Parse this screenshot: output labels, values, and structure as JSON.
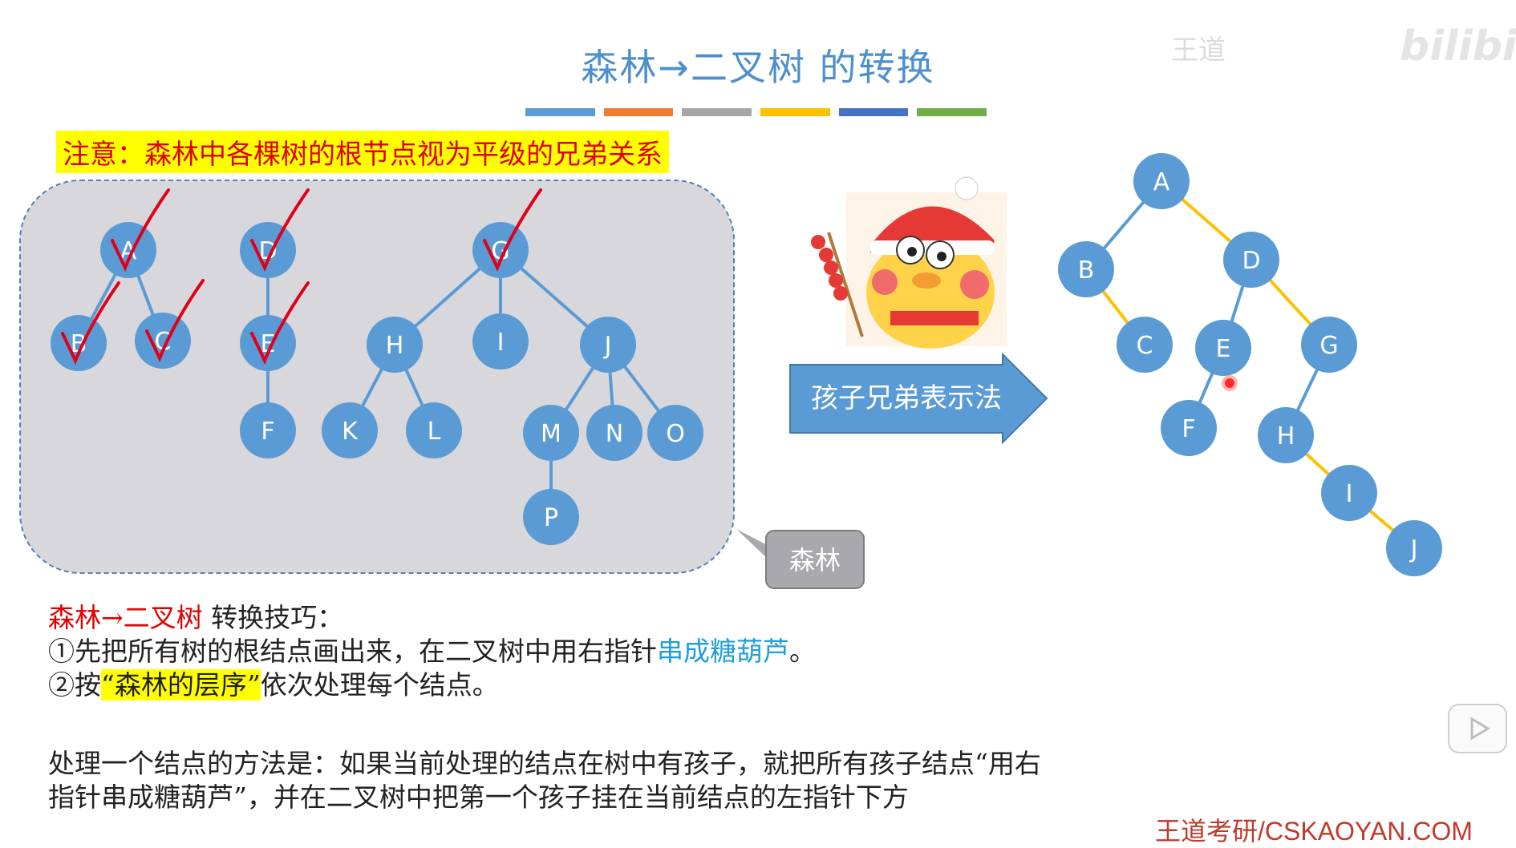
{
  "slide": {
    "title": "森林→二叉树 的转换",
    "stripe_colors": [
      "#5b9bd5",
      "#ed7d31",
      "#a5a5a5",
      "#ffc000",
      "#4472c4",
      "#70ad47"
    ],
    "watermark_brand": "王道",
    "watermark_logo": "bilibili",
    "note": "注意：森林中各棵树的根节点视为平级的兄弟关系",
    "arrow_label": "孩子兄弟表示法",
    "callout_label": "森林",
    "tips": {
      "heading_red": "森林→二叉树",
      "heading_rest": " 转换技巧：",
      "step1_pre": "①先把所有树的根结点画出来，在二叉树中用右指针",
      "step1_blue": "串成糖葫芦",
      "step1_post": "。",
      "step2_pre": "②按",
      "step2_hl": "“森林的层序”",
      "step2_post": "依次处理每个结点。"
    },
    "method_line1": "处理一个结点的方法是：如果当前处理的结点在树中有孩子，就把所有孩子结点“用右",
    "method_line2": "指针串成糖葫芦”，并在二叉树中把第一个孩子挂在当前结点的左指针下方",
    "footer": "王道考研/CSKAOYAN.COM"
  },
  "colors": {
    "node_fill": "#5b9bd5",
    "edge_blue": "#5b9bd5",
    "edge_yellow": "#ffc000",
    "forest_bg": "#d8d8dc",
    "arrow_fill": "#5b9bd5",
    "check_red": "#e0001a"
  },
  "forest": {
    "nodes": {
      "A": "A",
      "B": "B",
      "C": "C",
      "D": "D",
      "E": "E",
      "F": "F",
      "G": "G",
      "H": "H",
      "I": "I",
      "J": "J",
      "K": "K",
      "L": "L",
      "M": "M",
      "N": "N",
      "O": "O",
      "P": "P"
    },
    "edges": [
      [
        "A",
        "B"
      ],
      [
        "A",
        "C"
      ],
      [
        "D",
        "E"
      ],
      [
        "E",
        "F"
      ],
      [
        "G",
        "H"
      ],
      [
        "G",
        "I"
      ],
      [
        "G",
        "J"
      ],
      [
        "H",
        "K"
      ],
      [
        "H",
        "L"
      ],
      [
        "J",
        "M"
      ],
      [
        "J",
        "N"
      ],
      [
        "J",
        "O"
      ],
      [
        "M",
        "P"
      ]
    ],
    "checked": [
      "A",
      "B",
      "C",
      "D",
      "E",
      "G"
    ]
  },
  "binary_tree": {
    "nodes": {
      "A": "A",
      "B": "B",
      "C": "C",
      "D": "D",
      "E": "E",
      "F": "F",
      "G": "G",
      "H": "H",
      "I": "I",
      "J": "J"
    },
    "left_edges": [
      [
        "A",
        "B"
      ],
      [
        "D",
        "E"
      ],
      [
        "E",
        "F"
      ],
      [
        "G",
        "H"
      ]
    ],
    "right_edges": [
      [
        "A",
        "D"
      ],
      [
        "B",
        "C"
      ],
      [
        "D",
        "G"
      ],
      [
        "H",
        "I"
      ],
      [
        "I",
        "J"
      ]
    ]
  }
}
